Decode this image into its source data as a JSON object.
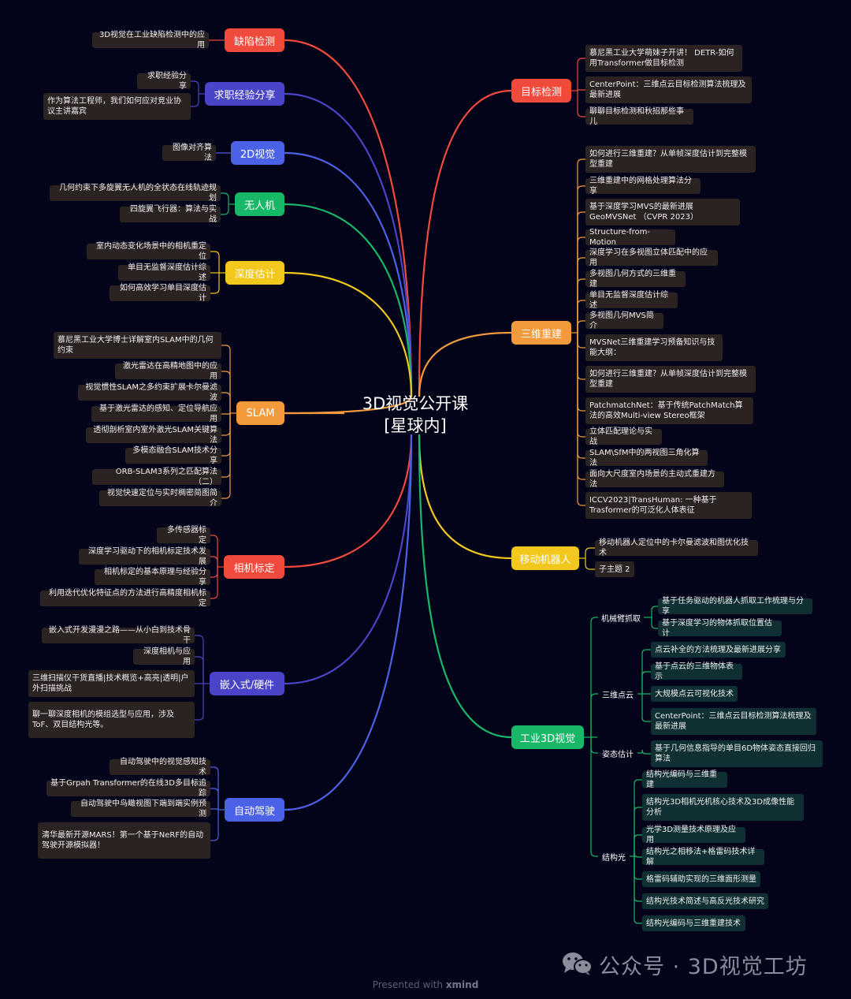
{
  "title": "3D视觉公开课\n[星球内]",
  "footer": {
    "prefix": "Presented with ",
    "brand": "xmind"
  },
  "watermark": {
    "text": "公众号 · 3D视觉工坊",
    "icon": "wechat-icon"
  },
  "branches": [
    {
      "side": "L",
      "label": "缺陷检测",
      "color": "#f04a3c",
      "subs": [
        "3D视觉在工业缺陷检测中的应用"
      ]
    },
    {
      "side": "L",
      "label": "求职经验分享",
      "color": "#4a45c8",
      "subs": [
        "求职经验分享",
        "作为算法工程师，我们如何应对竞业协议主讲嘉宾"
      ]
    },
    {
      "side": "L",
      "label": "2D视觉",
      "color": "#4b62e6",
      "subs": [
        "图像对齐算法"
      ]
    },
    {
      "side": "L",
      "label": "无人机",
      "color": "#18b868",
      "subs": [
        "几何约束下多旋翼无人机的全状态在线轨迹规划",
        "四旋翼飞行器：算法与实战"
      ]
    },
    {
      "side": "L",
      "label": "深度估计",
      "color": "#f2c81c",
      "subs": [
        "室内动态变化场景中的相机重定位",
        "单目无监督深度估计综述",
        "如何高效学习单目深度估计"
      ]
    },
    {
      "side": "L",
      "label": "SLAM",
      "color": "#f39a3c",
      "subs": [
        "慕尼黑工业大学博士详解室内SLAM中的几何约束",
        "激光雷达在高精地图中的应用",
        "视觉惯性SLAM之多约束扩展卡尔曼滤波",
        "基于激光雷达的感知、定位导航应用",
        "透彻剖析室内室外激光SLAM关键算法",
        "多模态融合SLAM技术分享",
        "ORB-SLAM3系列之匹配算法（二）",
        "视觉快速定位与实时稠密简图简介"
      ]
    },
    {
      "side": "L",
      "label": "相机标定",
      "color": "#f04a3c",
      "subs": [
        "多传感器标定",
        "深度学习驱动下的相机标定技术发展",
        "相机标定的基本原理与经验分享",
        "利用迭代优化特征点的方法进行高精度相机标定"
      ]
    },
    {
      "side": "L",
      "label": "嵌入式/硬件",
      "color": "#4a45c8",
      "subs": [
        "嵌入式开发漫漫之路——从小白到技术骨干",
        "深度相机与应用",
        "三维扫描仪干货直播|技术概览+高亮|透明|户外扫描挑战",
        "聊一聊深度相机的模组选型与应用，涉及ToF、双目结构光等。"
      ]
    },
    {
      "side": "L",
      "label": "自动驾驶",
      "color": "#4b62e6",
      "subs": [
        "自动驾驶中的视觉感知技术",
        "基于Grpah Transformer的在线3D多目标追踪",
        "自动驾驶中鸟瞰视图下端到端实例预测",
        "清华最新开源MARS！第一个基于NeRF的自动驾驶开源模拟器！"
      ]
    },
    {
      "side": "R",
      "label": "目标检测",
      "color": "#f04a3c",
      "subs": [
        "慕尼黑工业大学萌妹子开讲！ DETR-如何用Transformer做目标检测",
        "CenterPoint：三维点云目标检测算法梳理及最新进展",
        "聊聊目标检测和秋招那些事儿"
      ]
    },
    {
      "side": "R",
      "label": "三维重建",
      "color": "#f39a3c",
      "subs": [
        "如何进行三维重建？从单帧深度估计到完整模型重建",
        "三维重建中的网格处理算法分享",
        "基于深度学习MVS的最新进展GeoMVSNet （CVPR 2023）",
        "Structure-from-Motion",
        "深度学习在多视图立体匹配中的应用",
        "多视图几何方式的三维重建",
        "单目无监督深度估计综述",
        "多视图几何MVS简介",
        "MVSNet三维重建学习预备知识与技能大纲：",
        "如何进行三维重建？从单帧深度估计到完整模型重建",
        "PatchmatchNet：基于传统PatchMatch算法的高效Multi-view Stereo框架",
        "立体匹配理论与实战",
        "SLAM\\SfM中的两视图三角化算法",
        "面向大尺度室内场景的主动式重建方法",
        "ICCV2023|TransHuman: 一种基于Trasformer的可泛化人体表征"
      ]
    },
    {
      "side": "R",
      "label": "移动机器人",
      "color": "#f2c81c",
      "subs": [
        "移动机器人定位中的卡尔曼滤波和图优化技术",
        "子主题 2"
      ]
    },
    {
      "side": "R",
      "label": "工业3D视觉",
      "color": "#18b868",
      "groups": [
        {
          "label": "机械臂抓取",
          "subs": [
            "基于任务驱动的机器人抓取工作梳理与分享",
            "基于深度学习的物体抓取位置估计"
          ]
        },
        {
          "label": "三维点云",
          "subs": [
            "点云补全的方法梳理及最新进展分享",
            "基于点云的三维物体表示",
            "大规模点云可视化技术",
            "CenterPoint：三维点云目标检测算法梳理及最新进展"
          ]
        },
        {
          "label": "姿态估计",
          "subs": [
            "基于几何信息指导的单目6D物体姿态直接回归算法"
          ]
        },
        {
          "label": "结构光",
          "subs": [
            "结构光编码与三维重建",
            "结构光3D相机光机核心技术及3D成像性能分析",
            "光学3D测量技术原理及应用",
            "结构光之相移法+格雷码技术详解",
            "格雷码辅助实现的三维面形测量",
            "结构光技术简述与高反光技术研究",
            "结构光编码与三维重建技术"
          ]
        }
      ]
    }
  ]
}
